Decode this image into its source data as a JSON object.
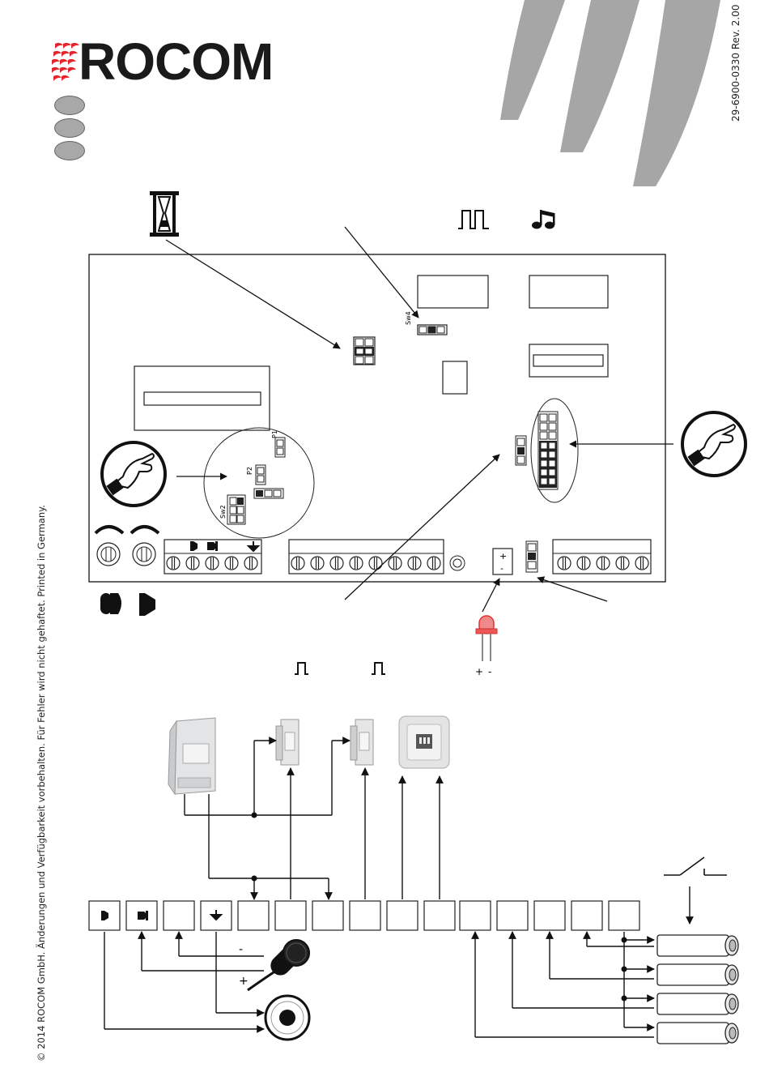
{
  "brand": {
    "name": "ROCOM",
    "accent_color": "#e3262b"
  },
  "revision": "29-6900-0330 Rev. 2.00",
  "copyright": "© 2014 ROCOM GmbH. Änderungen und Verfügbarkeit vorbehalten. Für Fehler wird nicht gehaftet. Printed in Germany.",
  "board_labels": {
    "sw4": "Sw4",
    "sw2": "Sw2",
    "p1": "P1",
    "p2": "P2",
    "plus": "+",
    "minus": "-"
  },
  "led_polarity": {
    "plus": "+",
    "minus": "-"
  },
  "mic_polarity": {
    "minus": "-",
    "plus": "+"
  },
  "icons": [
    "hourglass-icon",
    "pulse-train-icon",
    "music-note-icon",
    "hand-touch-icon",
    "pulse-icon",
    "speaker-icon",
    "microphone-icon",
    "led-icon",
    "switch-icon"
  ]
}
